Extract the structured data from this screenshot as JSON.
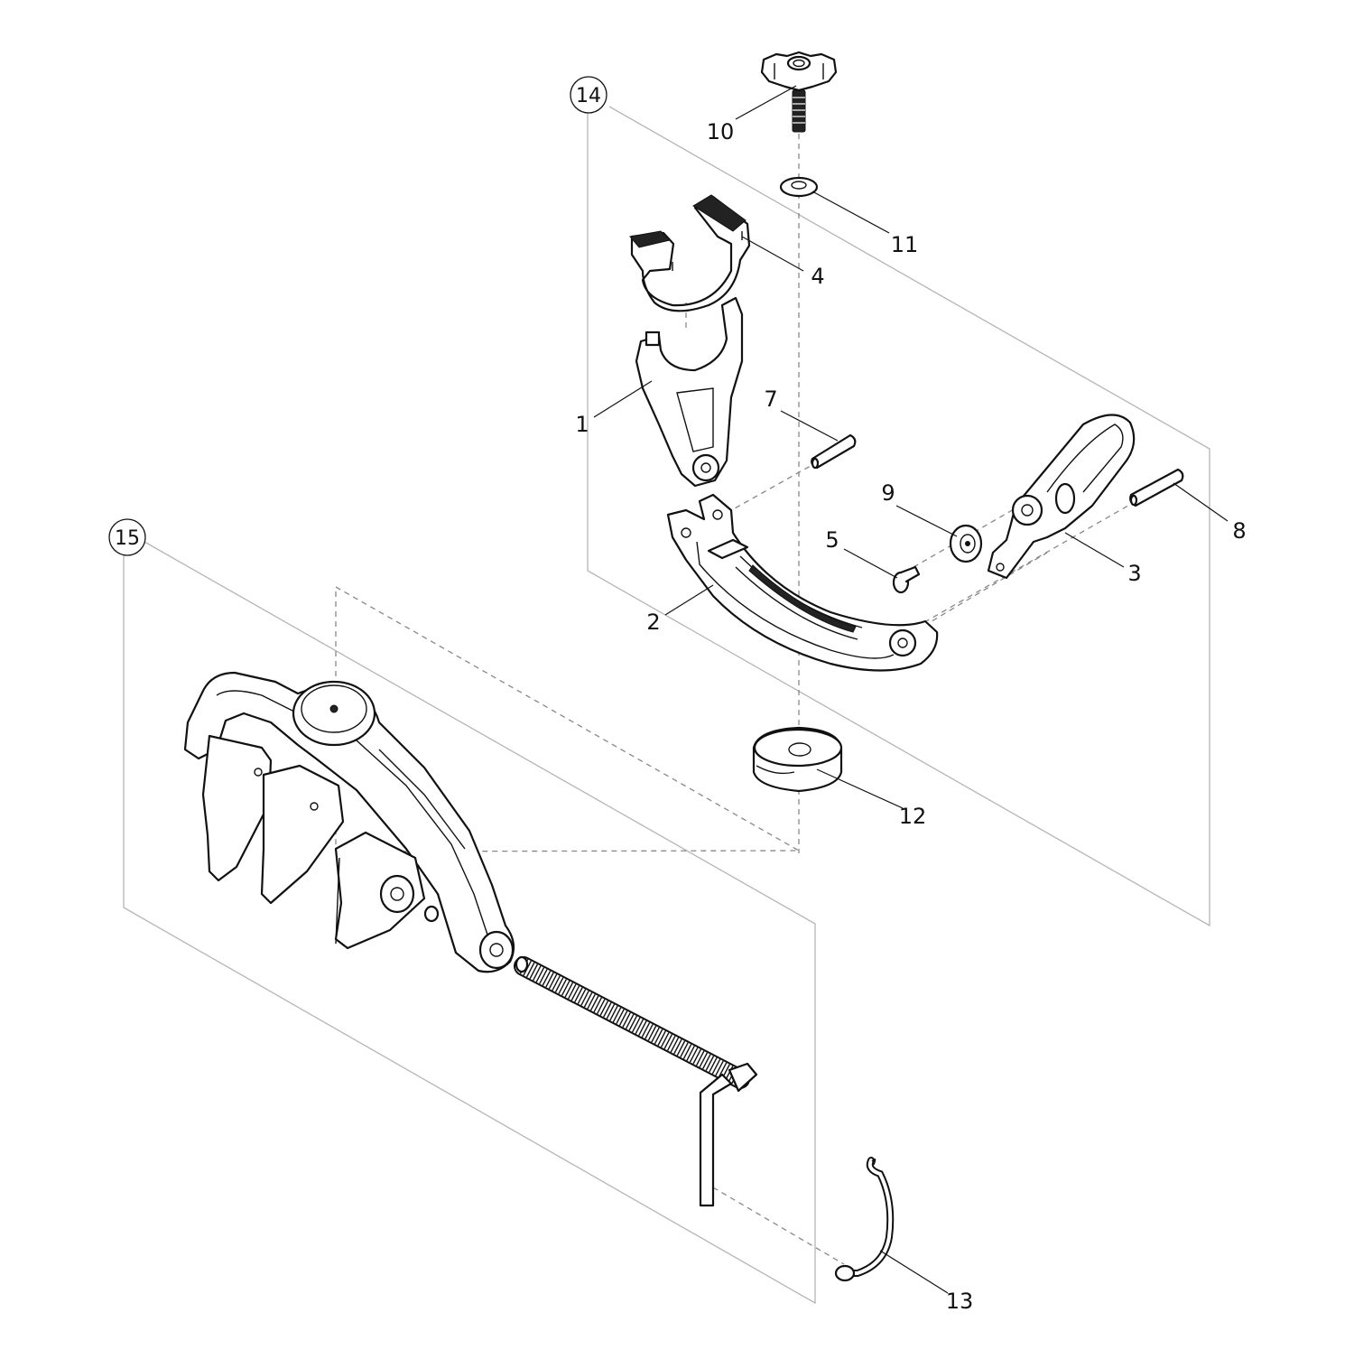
{
  "callouts": {
    "c1": "1",
    "c2": "2",
    "c3": "3",
    "c4": "4",
    "c5": "5",
    "c7": "7",
    "c8": "8",
    "c9": "9",
    "c10": "10",
    "c11": "11",
    "c12": "12",
    "c13": "13",
    "c14": "14",
    "c15": "15"
  },
  "colors": {
    "line": "#111111",
    "frame": "#b5b5b5",
    "dash": "#888888"
  }
}
